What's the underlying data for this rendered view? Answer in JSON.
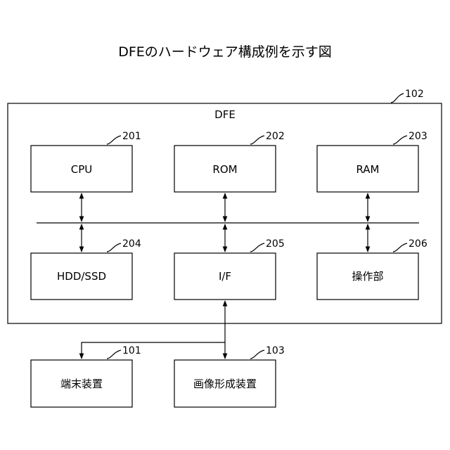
{
  "title": "DFEのハードウェア構成例を示す図",
  "container": {
    "label": "DFE",
    "ref": "102"
  },
  "top_row": [
    {
      "id": "cpu",
      "label": "CPU",
      "ref": "201"
    },
    {
      "id": "rom",
      "label": "ROM",
      "ref": "202"
    },
    {
      "id": "ram",
      "label": "RAM",
      "ref": "203"
    }
  ],
  "bottom_row": [
    {
      "id": "storage",
      "label": "HDD/SSD",
      "ref": "204"
    },
    {
      "id": "if",
      "label": "I/F",
      "ref": "205"
    },
    {
      "id": "operation",
      "label": "操作部",
      "ref": "206"
    }
  ],
  "external": [
    {
      "id": "terminal",
      "label": "端末装置",
      "ref": "101"
    },
    {
      "id": "image-forming",
      "label": "画像形成装置",
      "ref": "103"
    }
  ]
}
